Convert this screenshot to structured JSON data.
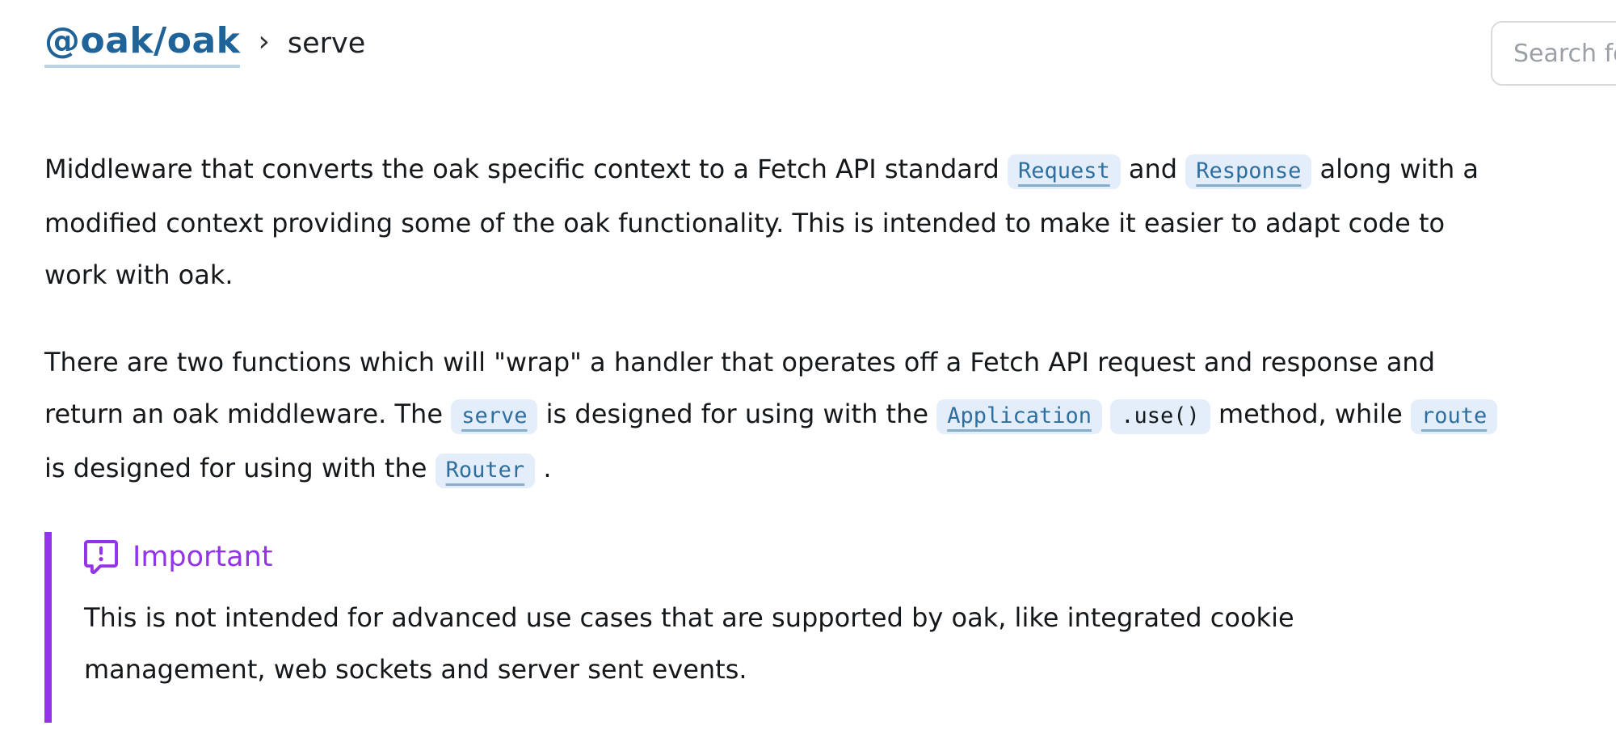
{
  "breadcrumb": {
    "package": "@oak/oak",
    "separator": "›",
    "current": "serve"
  },
  "search": {
    "placeholder": "Search for"
  },
  "doc": {
    "p1": {
      "t1": "Middleware that converts the oak specific context to a Fetch API standard ",
      "code1": "Request",
      "t2": " and ",
      "code2": "Response",
      "t3": " along with a modified context providing some of the oak functionality. This is intended to make it easier to adapt code to work with oak."
    },
    "p2": {
      "t1": "There are two functions which will \"wrap\" a handler that operates off a Fetch API request and response and return an oak middleware. The ",
      "code1": "serve",
      "t2": " is designed for using with the ",
      "code2": "Application",
      "t2b": " ",
      "code3": ".use()",
      "t3": " method, while ",
      "code4": "route",
      "t4": " is designed for using with the ",
      "code5": "Router",
      "t5": " ."
    },
    "callout": {
      "label": "Important",
      "body": "This is not intended for advanced use cases that are supported by oak, like integrated cookie management, web sockets and server sent events."
    }
  },
  "colors": {
    "link_blue": "#1f6398",
    "chip_link_blue": "#2e6f9f",
    "chip_background": "#e4eefa",
    "callout_purple": "#9333ea",
    "body_text": "#15181b"
  }
}
